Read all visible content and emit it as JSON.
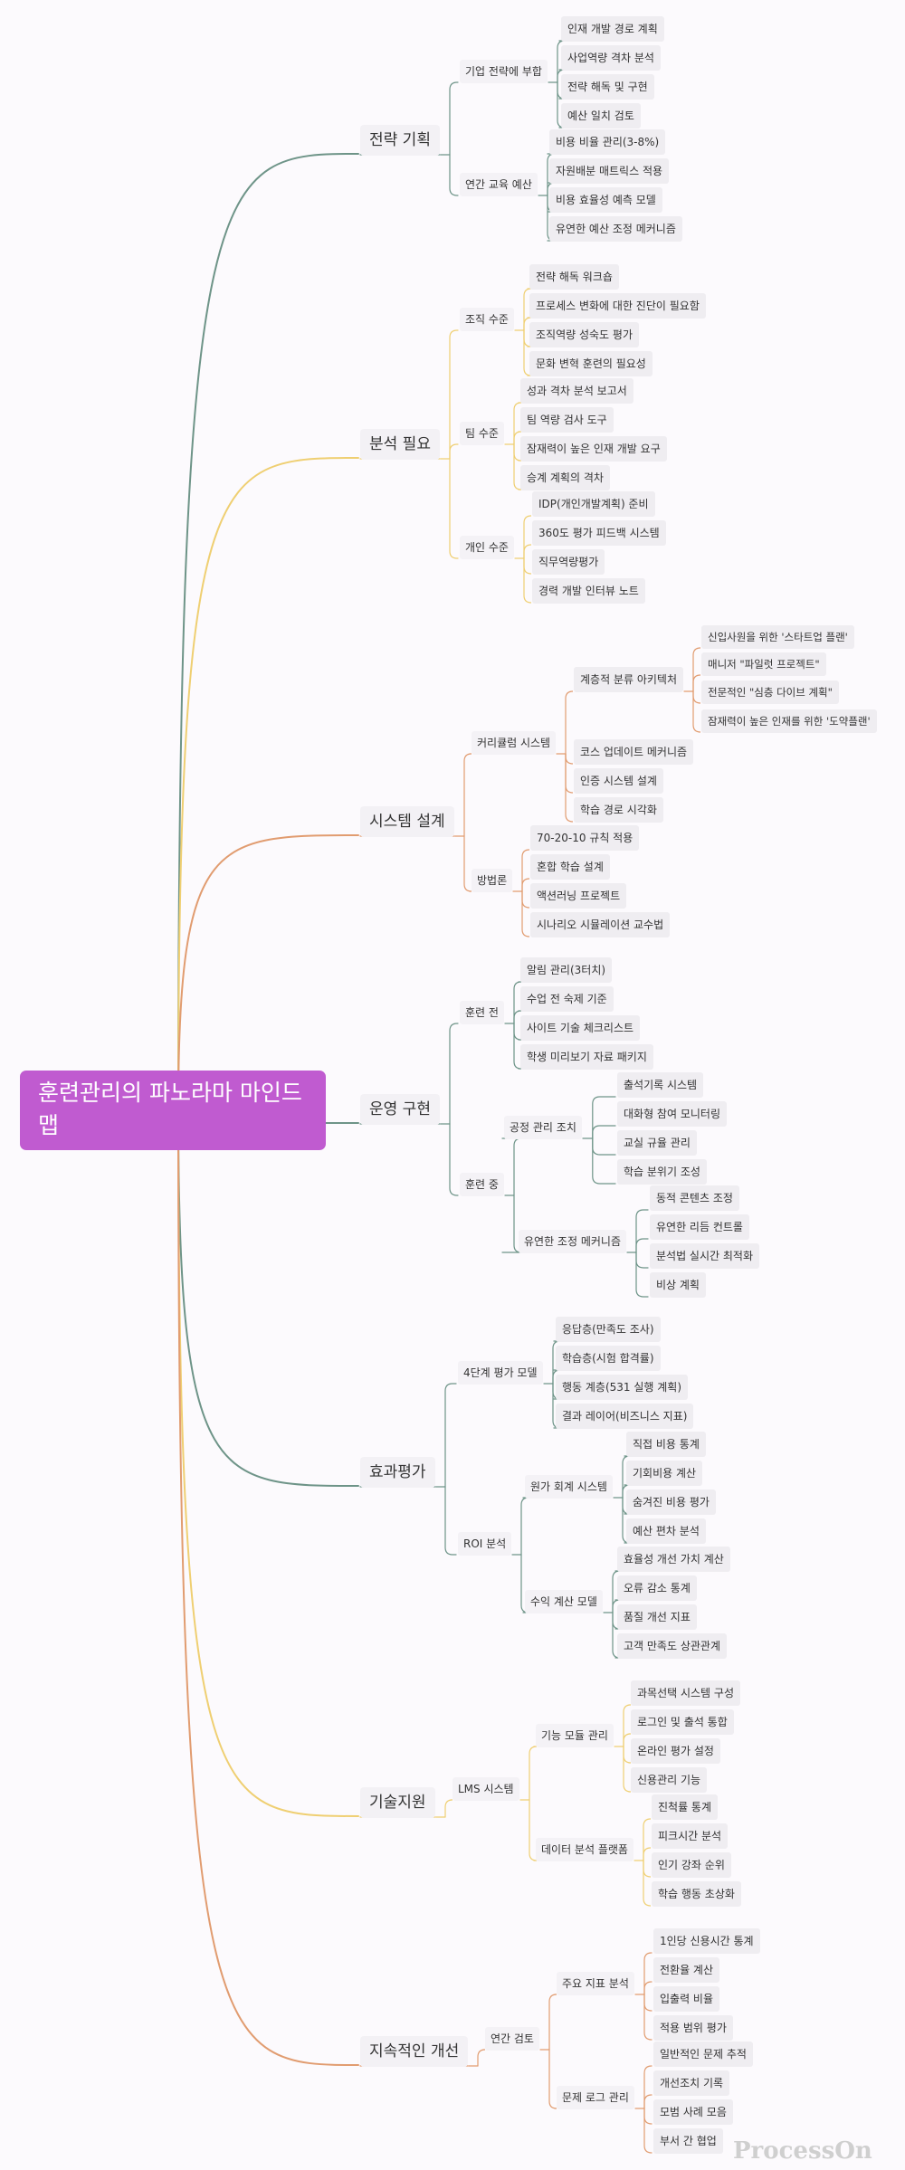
{
  "root": "훈련관리의 파노라마 마인드맵",
  "watermark": "ProcessOn",
  "colors": {
    "root_bg": "#c05bd0",
    "branch_teal": "#6e9488",
    "branch_yellow": "#efcf72",
    "branch_orange": "#e19c70"
  },
  "branches": [
    {
      "label": "전략 기획",
      "color": "#6e9488",
      "children": [
        {
          "label": "기업 전략에 부합",
          "children": [
            {
              "label": "인재 개발 경로 계획"
            },
            {
              "label": "사업역량 격차 분석"
            },
            {
              "label": "전략 해독 및 구현"
            },
            {
              "label": "예산 일치 검토"
            }
          ]
        },
        {
          "label": "연간 교육 예산",
          "children": [
            {
              "label": "비용 비율 관리(3-8%)"
            },
            {
              "label": "자원배분 매트릭스 적용"
            },
            {
              "label": "비용 효율성 예측 모델"
            },
            {
              "label": "유연한 예산 조정 메커니즘"
            }
          ]
        }
      ]
    },
    {
      "label": "분석 필요",
      "color": "#efcf72",
      "children": [
        {
          "label": "조직 수준",
          "children": [
            {
              "label": "전략 해독 워크숍"
            },
            {
              "label": "프로세스 변화에 대한 진단이 필요함"
            },
            {
              "label": "조직역량 성숙도 평가"
            },
            {
              "label": "문화 변혁 훈련의 필요성"
            }
          ]
        },
        {
          "label": "팀 수준",
          "children": [
            {
              "label": "성과 격차 분석 보고서"
            },
            {
              "label": "팀 역량 검사 도구"
            },
            {
              "label": "잠재력이 높은 인재 개발 요구"
            },
            {
              "label": "승계 계획의 격차"
            }
          ]
        },
        {
          "label": "개인 수준",
          "children": [
            {
              "label": "IDP(개인개발계획) 준비"
            },
            {
              "label": "360도 평가 피드백 시스템"
            },
            {
              "label": "직무역량평가"
            },
            {
              "label": "경력 개발 인터뷰 노트"
            }
          ]
        }
      ]
    },
    {
      "label": "시스템 설계",
      "color": "#e19c70",
      "children": [
        {
          "label": "커리큘럼 시스템",
          "children": [
            {
              "label": "계층적 분류 아키텍처",
              "children": [
                {
                  "label": "신입사원을 위한 '스타트업 플랜'"
                },
                {
                  "label": "매니저 \"파일럿 프로젝트\""
                },
                {
                  "label": "전문적인 \"심층 다이브 계획\""
                },
                {
                  "label": "잠재력이 높은 인재를 위한 '도약플랜'"
                }
              ]
            },
            {
              "label": "코스 업데이트 메커니즘"
            },
            {
              "label": "인증 시스템 설계"
            },
            {
              "label": "학습 경로 시각화"
            }
          ]
        },
        {
          "label": "방법론",
          "children": [
            {
              "label": "70-20-10 규칙 적용"
            },
            {
              "label": "혼합 학습 설계"
            },
            {
              "label": "액션러닝 프로젝트"
            },
            {
              "label": "시나리오 시뮬레이션 교수법"
            }
          ]
        }
      ]
    },
    {
      "label": "운영 구현",
      "color": "#6e9488",
      "children": [
        {
          "label": "훈련 전",
          "children": [
            {
              "label": "알림 관리(3터치)"
            },
            {
              "label": "수업 전 숙제 기준"
            },
            {
              "label": "사이트 기술 체크리스트"
            },
            {
              "label": "학생 미리보기 자료 패키지"
            }
          ]
        },
        {
          "label": "훈련 중",
          "children": [
            {
              "label": "공정 관리 조치",
              "children": [
                {
                  "label": "출석기록 시스템"
                },
                {
                  "label": "대화형 참여 모니터링"
                },
                {
                  "label": "교실 규율 관리"
                },
                {
                  "label": "학습 분위기 조성"
                }
              ]
            },
            {
              "label": "유연한 조정 메커니즘",
              "children": [
                {
                  "label": "동적 콘텐츠 조정"
                },
                {
                  "label": "유연한 리듬 컨트롤"
                },
                {
                  "label": "분석법 실시간 최적화"
                },
                {
                  "label": "비상 계획"
                }
              ]
            }
          ]
        }
      ]
    },
    {
      "label": "효과평가",
      "color": "#6e9488",
      "children": [
        {
          "label": "4단계 평가 모델",
          "children": [
            {
              "label": "응답층(만족도 조사)"
            },
            {
              "label": "학습층(시험 합격률)"
            },
            {
              "label": "행동 계층(531 실행 계획)"
            },
            {
              "label": "결과 레이어(비즈니스 지표)"
            }
          ]
        },
        {
          "label": "ROI 분석",
          "children": [
            {
              "label": "원가 회계 시스템",
              "children": [
                {
                  "label": "직접 비용 통계"
                },
                {
                  "label": "기회비용 계산"
                },
                {
                  "label": "숨겨진 비용 평가"
                },
                {
                  "label": "예산 편차 분석"
                }
              ]
            },
            {
              "label": "수익 계산 모델",
              "children": [
                {
                  "label": "효율성 개선 가치 계산"
                },
                {
                  "label": "오류 감소 통계"
                },
                {
                  "label": "품질 개선 지표"
                },
                {
                  "label": "고객 만족도 상관관계"
                }
              ]
            }
          ]
        }
      ]
    },
    {
      "label": "기술지원",
      "color": "#efcf72",
      "children": [
        {
          "label": "LMS 시스템",
          "children": [
            {
              "label": "기능 모듈 관리",
              "children": [
                {
                  "label": "과목선택 시스템 구성"
                },
                {
                  "label": "로그인 및 출석 통합"
                },
                {
                  "label": "온라인 평가 설정"
                },
                {
                  "label": "신용관리 기능"
                }
              ]
            },
            {
              "label": "데이터 분석 플랫폼",
              "children": [
                {
                  "label": "진척률 통계"
                },
                {
                  "label": "피크시간 분석"
                },
                {
                  "label": "인기 강좌 순위"
                },
                {
                  "label": "학습 행동 초상화"
                }
              ]
            }
          ]
        }
      ]
    },
    {
      "label": "지속적인 개선",
      "color": "#e19c70",
      "children": [
        {
          "label": "연간 검토",
          "children": [
            {
              "label": "주요 지표 분석",
              "children": [
                {
                  "label": "1인당 신용시간 통계"
                },
                {
                  "label": "전환율 계산"
                },
                {
                  "label": "입출력 비율"
                },
                {
                  "label": "적용 범위 평가"
                }
              ]
            },
            {
              "label": "문제 로그 관리",
              "children": [
                {
                  "label": "일반적인 문제 추적"
                },
                {
                  "label": "개선조치 기록"
                },
                {
                  "label": "모범 사례 모음"
                },
                {
                  "label": "부서 간 협업"
                }
              ]
            }
          ]
        }
      ]
    }
  ]
}
